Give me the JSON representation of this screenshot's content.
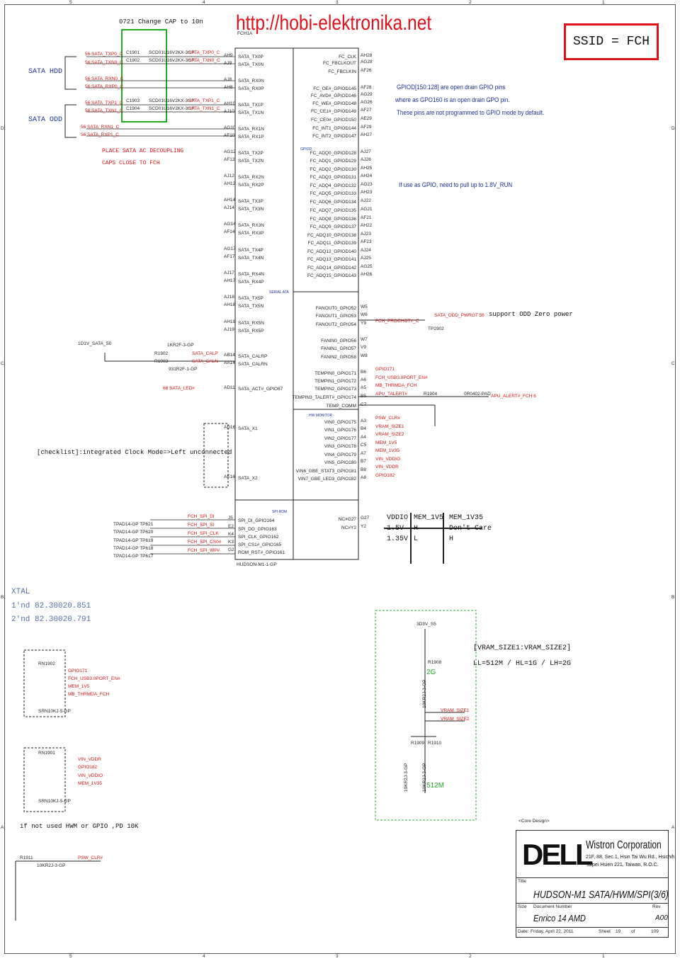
{
  "header": {
    "url": "http://hobi-elektronika.net",
    "ssid": "SSID = FCH",
    "cap_change": "0721 Change CAP to 10n"
  },
  "col_marks": {
    "top": [
      "5",
      "4",
      "3",
      "2",
      "1"
    ],
    "side": [
      "D",
      "C",
      "B",
      "A"
    ]
  },
  "left": {
    "sata_hdd": "SATA HDD",
    "sata_odd": "SATA ODD",
    "hdd_nets": [
      "56 SATA_TXP0_C",
      "56 SATA_TXN0_C",
      "56 SATA_RXN0_C",
      "56 SATA_RXP0_C"
    ],
    "odd_nets": [
      "56 SATA_TXP1_C",
      "56 SATA_TXN1_C",
      "56 SATA_RXN1_C",
      "56 SATA_RXP1_C"
    ],
    "caps": [
      "C1901",
      "C1902",
      "C1903",
      "C1904"
    ],
    "cap_part": "SCD01U16V2KX-3GP",
    "cap_out": [
      "SATA_TXP0_C",
      "SATA_TXN0_C",
      "SATA_TXP1_C",
      "SATA_TXN1_C"
    ],
    "decouple1": "PLACE SATA AC DECOUPLING",
    "decouple2": "CAPS CLOSE TO FCH",
    "pwr_1d1v": "1D1V_SATA_S0",
    "r1902": "R1902",
    "r1903": "R1903",
    "r_val1": "1KR2F-3-GP",
    "r_val2": "931R2F-1-GP",
    "calp": "SATA_CALP",
    "caln": "SATA_CALN",
    "led": "68 SATA_LED#",
    "checklist": "[checklist]:integrated Clock Mode=>Left unconnected",
    "tps": [
      "TPAD14-GP TP621",
      "TPAD14-GP TP620",
      "TPAD14-GP TP619",
      "TPAD14-GP TP618",
      "TPAD14-GP TP617"
    ],
    "spi_nets": [
      "FCH_SPI_DI",
      "FCH_SPI_SI",
      "FCH_SPI_CLK",
      "FCH_SPI_CS0#",
      "FCH_SPI_WP#"
    ],
    "xtal": [
      "XTAL",
      "1'nd 82.30020.851",
      "2'nd 82.30020.791"
    ],
    "rn1902": "RN1902",
    "rn1901": "RN1901",
    "srn": "SRN10KJ-5-GP",
    "rn1902_nets": [
      "GPIO171",
      "FCH_USB3.0PORT_EN#",
      "MEM_1V5",
      "MB_THRMDA_FCH"
    ],
    "rn1901_nets": [
      "VIN_VDDR",
      "GPIO182",
      "VIN_VDDIO",
      "MEM_1V35"
    ],
    "hwm_note": "if not used HWM or GPIO ,PD 10K",
    "r1911": "R1911",
    "r1911_val": "10KR2J-3-GP",
    "psw": "PSW_CLR#"
  },
  "chip": {
    "top_label": "FCH1A",
    "part": "HUDSON-M1-1-GP",
    "sata_pins": [
      "AH9",
      "AJ9",
      "AJ8",
      "AH8",
      "AH10",
      "AJ10",
      "AG10",
      "AF10",
      "AG12",
      "AF12",
      "AJ12",
      "AH12",
      "AH14",
      "AJ14",
      "AG14",
      "AF14",
      "AG17",
      "AF17",
      "AJ17",
      "AH17",
      "AJ18",
      "AH18",
      "AH19",
      "AJ19",
      "AB14",
      "AA14",
      "AD11",
      "AD16",
      "AE16"
    ],
    "sata_sigs": [
      "SATA_TX0P",
      "SATA_TX0N",
      "SATA_RX0N",
      "SATA_RX0P",
      "SATA_TX1P",
      "SATA_TX1N",
      "SATA_RX1N",
      "SATA_RX1P",
      "SATA_TX2P",
      "SATA_TX2N",
      "SATA_RX2N",
      "SATA_RX2P",
      "SATA_TX3P",
      "SATA_TX3N",
      "SATA_RX3N",
      "SATA_RX3P",
      "SATA_TX4P",
      "SATA_TX4N",
      "SATA_RX4N",
      "SATA_RX4P",
      "SATA_TX5P",
      "SATA_TX5N",
      "SATA_RX5N",
      "SATA_RX5P",
      "SATA_CALRP",
      "SATA_CALRN",
      "SATA_ACT#_GPIO67",
      "SATA_X1",
      "SATA_X2"
    ],
    "spi_pins": [
      "J5",
      "E2",
      "K4",
      "K3",
      "G2"
    ],
    "spi_sigs": [
      "SPI_DI_GPIO164",
      "SPI_DO_GPIO163",
      "SPI_CLK_GPIO162",
      "SPI_CS1#_GPIO165",
      "ROM_RST#_GPIO161"
    ],
    "serial_ata": "SERIAL ATA",
    "spi_rom": "SPI ROM",
    "gpiod": "GPIOD",
    "hw_monitor": "HW MONITOR",
    "fc_sigs": [
      "FC_CLK",
      "FC_FBCLKOUT",
      "FC_FBCLKIN",
      "FC_OE#_GPIOD145",
      "FC_AVD#_GPIOD146",
      "FC_WE#_GPIOD148",
      "FC_CE1#_GPIOD149",
      "FC_CE0#_GPIOD150",
      "FC_INT1_GPIOD144",
      "FC_INT2_GPIOD147",
      "FC_ADQ0_GPIOD128",
      "FC_ADQ1_GPIOD129",
      "FC_ADQ2_GPIOD130",
      "FC_ADQ3_GPIOD131",
      "FC_ADQ4_GPIOD132",
      "FC_ADQ5_GPIOD133",
      "FC_ADQ6_GPIOD134",
      "FC_ADQ7_GPIOD135",
      "FC_ADQ8_GPIOD136",
      "FC_ADQ9_GPIOD137",
      "FC_ADQ10_GPIOD138",
      "FC_ADQ11_GPIOD139",
      "FC_ADQ12_GPIOD140",
      "FC_ADQ13_GPIOD141",
      "FC_ADQ14_GPIOD142",
      "FC_ADQ15_GPIOD143"
    ],
    "fc_pins": [
      "AH28",
      "AG28",
      "AF26",
      "AF28",
      "AG29",
      "AG26",
      "AF27",
      "AE29",
      "AF29",
      "AH27",
      "AJ27",
      "AJ26",
      "AH25",
      "AH24",
      "AG23",
      "AH23",
      "AJ22",
      "AG21",
      "AF21",
      "AH22",
      "AJ23",
      "AF23",
      "AJ24",
      "AJ25",
      "AG25",
      "AH26"
    ],
    "fan_sigs": [
      "FANOUT0_GPIO52",
      "FANOUT1_GPIO53",
      "FANOUT2_GPIO54",
      "FANIN0_GPIO56",
      "FANIN1_GPIO57",
      "FANIN2_GPIO58",
      "TEMPIN0_GPIO171",
      "TEMPIN1_GPIO172",
      "TEMPIN2_GPIO173",
      "TEMPIN3_TALERT#_GPIO174",
      "TEMP_COMM",
      "VIN0_GPIO175",
      "VIN1_GPIO176",
      "VIN2_GPIO177",
      "VIN3_GPIO178",
      "VIN4_GPIO179",
      "VIN5_GPIO180",
      "VIN6_GBE_STAT3_GPIO181",
      "VIN7_GBE_LED3_GPIO182"
    ],
    "fan_pins": [
      "W5",
      "W6",
      "Y9",
      "W7",
      "V9",
      "W8",
      "B6",
      "A6",
      "A5",
      "B5",
      "C7",
      "A3",
      "B4",
      "A4",
      "C5",
      "A7",
      "B7",
      "B8",
      "A8"
    ],
    "nc_sigs": [
      "NC#G27",
      "NC#Y2"
    ],
    "nc_pins": [
      "G27",
      "Y2"
    ]
  },
  "right": {
    "gpiod_note": [
      "GPIOD[150:128] are open drain GPIO pins",
      "where as GPO160 is an open drain GPO pin.",
      "These pins are not programmed to GPIO mode by default."
    ],
    "gpio_pullup": "If use as GPIO, need to pull up to 1.8V_RUN",
    "prochot": "FCH_PROCHOT#_C",
    "odd_pwr": "SATA_ODD_PWRGT 56",
    "tp1902": "TP1902",
    "zero_power": "support ODD Zero power",
    "hwm_nets": [
      "GPIO171",
      "FCH_USB3.0PORT_EN#",
      "MB_THRMDA_FCH",
      "APU_TALERT#",
      "PSW_CLR#",
      "VRAM_SIZE1",
      "VRAM_SIZE2",
      "MEM_1V5",
      "MEM_1V35",
      "VIN_VDDIO",
      "VIN_VDDR",
      "GPIO182"
    ],
    "r1904": "R1904",
    "r1904_val": "0R0402-PAD",
    "apu_alert": "APU_ALERT#_FCH 6",
    "table": {
      "head": [
        "VDDIO",
        "MEM_1V5",
        "MEM_1V35"
      ],
      "rows": [
        [
          "1.5V",
          "H",
          "Don't Care"
        ],
        [
          "1.35V",
          "L",
          "H"
        ]
      ]
    },
    "vram_note1": "[VRAM_SIZE1:VRAM_SIZE2]",
    "vram_note2": "LL=512M / HL=1G / LH=2G",
    "pwr_3d3v": "3D3V_S5",
    "r1908": "R1908",
    "r1909": "R1909",
    "r1910": "R1910",
    "r_10k": "10KR2J-3-GP",
    "vram_nets": [
      "VRAM_SIZE1",
      "VRAM_SIZE2"
    ],
    "label_2g": "2G",
    "label_512m": "512M"
  },
  "title_block": {
    "core": "<Core Design>",
    "company": "Wistron Corporation",
    "addr1": "21F, 88, Sec.1, Hsin Tai Wu Rd., Hsichih,",
    "addr2": "Taipei Hsien 221, Taiwan, R.O.C.",
    "title_label": "Title",
    "title": "HUDSON-M1 SATA/HWM/SPI(3/6)",
    "size_label": "Size",
    "docnum_label": "Document Number",
    "rev_label": "Rev",
    "doc": "Enrico 14 AMD",
    "rev": "A00",
    "date_label": "Date:",
    "date": "Friday, April 22, 2011",
    "sheet_label": "Sheet",
    "sheet": "19",
    "of": "of",
    "total": "109",
    "logo": "DELL"
  }
}
